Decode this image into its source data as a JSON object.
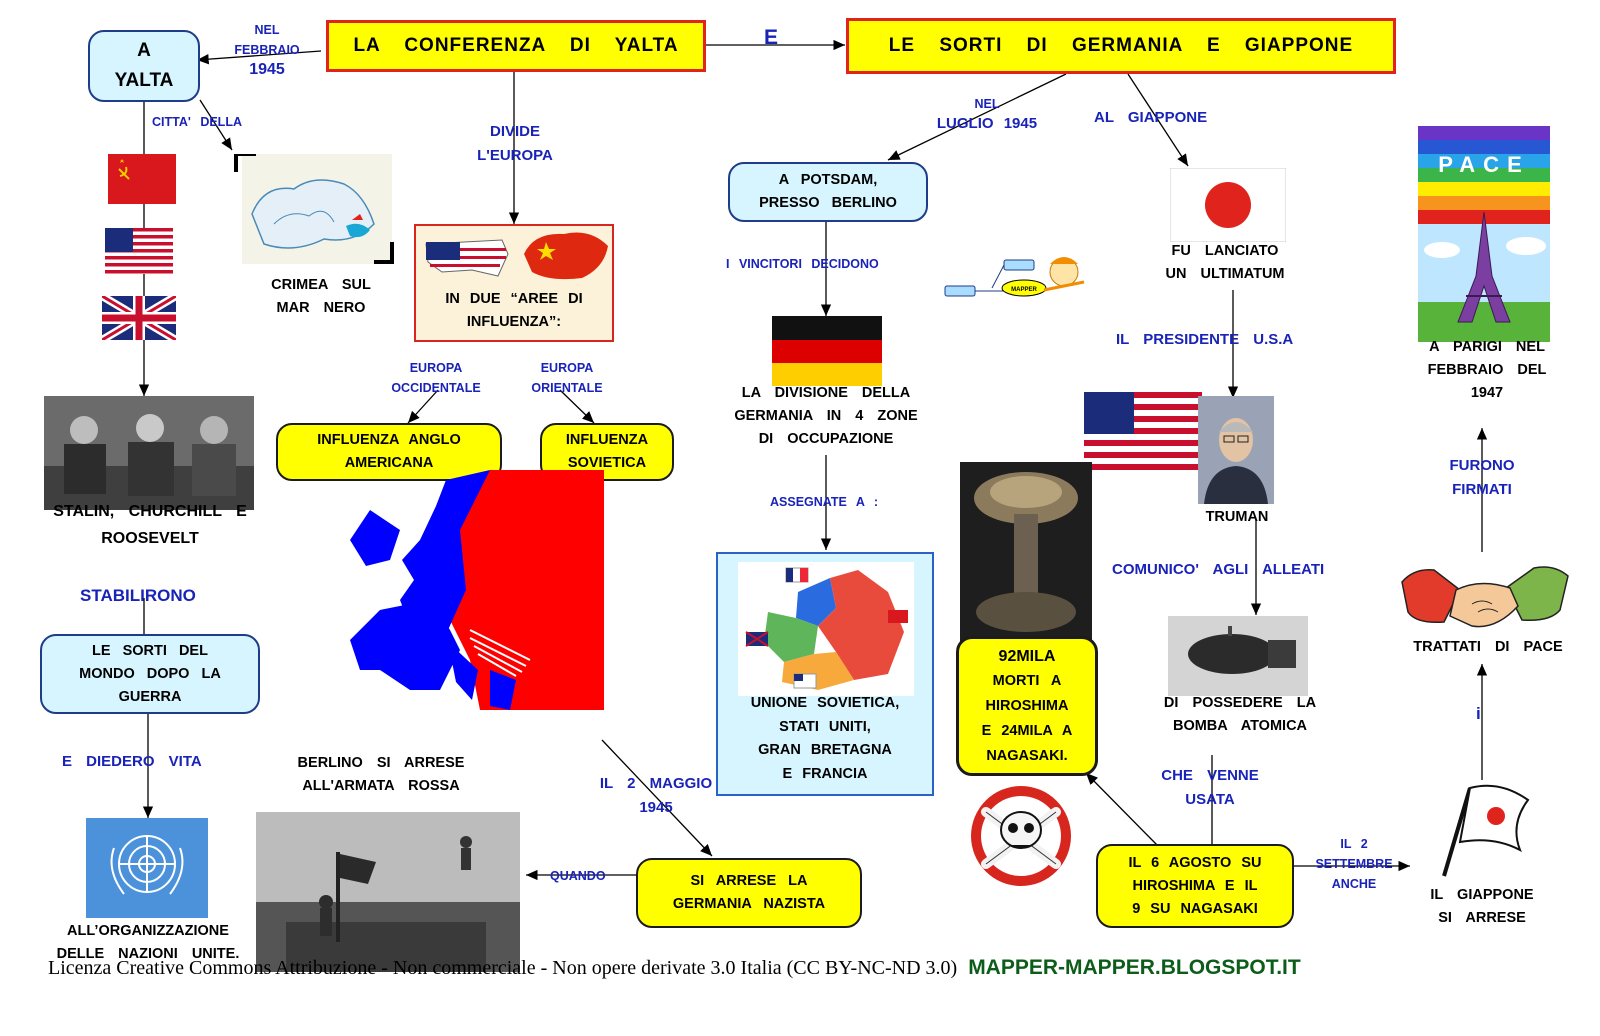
{
  "title_main": "LA CONFERENZA DI YALTA",
  "title_connector": "E",
  "title_right": "LE SORTI DI GERMANIA E GIAPPONE",
  "yalta": {
    "box_line1": "A",
    "box_line2": "YALTA",
    "when_line1": "NEL",
    "when_line2": "FEBBRAIO",
    "when_year": "1945",
    "citta_della": "CITTA'   DELLA",
    "crimea_line1": "CRIMEA  SUL",
    "crimea_line2": "MAR  NERO",
    "leaders_line1": "STALIN,   CHURCHILL   E",
    "leaders_line2": "ROOSEVELT",
    "stabilirono": "STABILIRONO",
    "sorti_line1": "LE  SORTI  DEL",
    "sorti_line2": "MONDO  DOPO  LA",
    "sorti_line3": "GUERRA",
    "diedero_vita": "E   DIEDERO   VITA",
    "onu_line1": "ALL’ORGANIZZAZIONE",
    "onu_line2": "DELLE   NAZIONI   UNITE."
  },
  "europa": {
    "divide_line1": "DIVIDE",
    "divide_line2": "L'EUROPA",
    "aree_line1": "IN  DUE  “AREE  DI",
    "aree_line2": "INFLUENZA”:",
    "occ_line1": "EUROPA",
    "occ_line2": "OCCIDENTALE",
    "ori_line1": "EUROPA",
    "ori_line2": "ORIENTALE",
    "anglo_line1": "INFLUENZA    ANGLO",
    "anglo_line2": "AMERICANA",
    "sov_line1": "INFLUENZA",
    "sov_line2": "SOVIETICA",
    "berlino_line1": "BERLINO  SI  ARRESE",
    "berlino_line2": "ALL'ARMATA   ROSSA",
    "quando": "QUANDO",
    "maggio_line1": "IL  2  MAGGIO",
    "maggio_line2": "1945",
    "resa_line1": "SI  ARRESE  LA",
    "resa_line2": "GERMANIA   NAZISTA"
  },
  "germania": {
    "luglio_line1": "NEL",
    "luglio_line2": "LUGLIO   1945",
    "potsdam_line1": "A  POTSDAM,",
    "potsdam_line2": "PRESSO   BERLINO",
    "vincitori": "I  VINCITORI   DECIDONO",
    "divisione_line1": "LA  DIVISIONE   DELLA",
    "divisione_line2": "GERMANIA  IN 4  ZONE",
    "divisione_line3": "DI   OCCUPAZIONE",
    "assegnate": "ASSEGNATE   A :",
    "allies_line1": "UNIONE    SOVIETICA,",
    "allies_line2": "STATI  UNITI,",
    "allies_line3": "GRAN    BRETAGNA",
    "allies_line4": "E   FRANCIA",
    "mapper_label": "MAPPER"
  },
  "giappone": {
    "al_giappone": "AL   GIAPPONE",
    "ultimatum_line1": "FU   LANCIATO",
    "ultimatum_line2": "UN   ULTIMATUM",
    "presidente": "IL   PRESIDENTE    U.S.A",
    "truman": "TRUMAN",
    "comunico": "COMUNICO'   AGLI   ALLEATI",
    "bomba_line1": "DI   POSSEDERE   LA",
    "bomba_line2": "BOMBA   ATOMICA",
    "usata_line1": "CHE   VENNE",
    "usata_line2": "USATA",
    "agosto_line1": "IL 6  AGOSTO  SU",
    "agosto_line2": "HIROSHIMA   E IL",
    "agosto_line3": "9  SU   NAGASAKI",
    "morti_line1": "92MILA",
    "morti_line2": "MORTI  A",
    "morti_line3": "HIROSHIMA",
    "morti_line4": "E  24MILA  A",
    "morti_line5": "NAGASAKI.",
    "settembre_line1": "IL  2",
    "settembre_line2": "SETTEMBRE",
    "settembre_line3": "ANCHE",
    "arrese_line1": "IL   GIAPPONE",
    "arrese_line2": "SI   ARRESE",
    "i_connector": "i",
    "trattati": "TRATTATI   DI  PACE",
    "firmati_line1": "FURONO",
    "firmati_line2": "FIRMATI",
    "parigi_line1": "A  PARIGI   NEL",
    "parigi_line2": "FEBBRAIO   DEL",
    "parigi_line3": "1947",
    "pace_word": "PACE"
  },
  "footer": {
    "license": "Licenza Creative Commons Attribuzione - Non commerciale - Non opere derivate 3.0 Italia (CC BY-NC-ND 3.0)",
    "site": "MAPPER-MAPPER.BLOGSPOT.IT"
  },
  "colors": {
    "yellow": "#ffff00",
    "cyan": "#d6f5ff",
    "blue_text": "#1a23b8",
    "red": "#e0231c",
    "green_site": "#0d5d1a"
  }
}
